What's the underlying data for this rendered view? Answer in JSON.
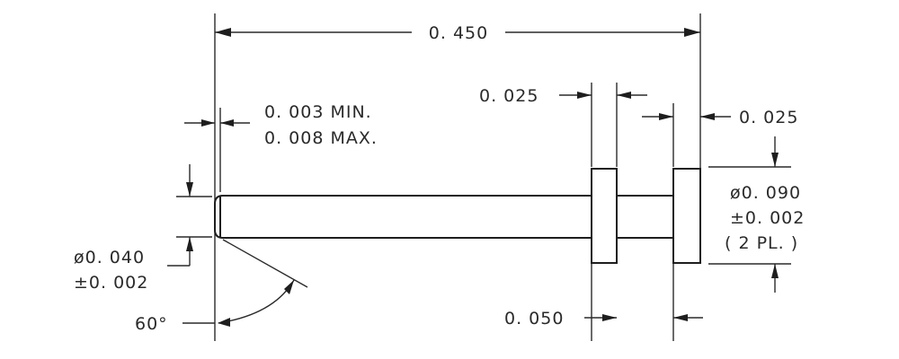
{
  "dimensions": {
    "overall_length": "0. 450",
    "chamfer_min": "0. 003 MIN.",
    "chamfer_max": "0. 008 MAX.",
    "collar_width_left": "0. 025",
    "collar_width_right": "0. 025",
    "collar_spacing": "0. 050",
    "collar_diameter": "ø0. 090",
    "collar_tolerance": "±0. 002",
    "collar_count_note": "( 2 PL. )",
    "pin_diameter": "ø0. 040",
    "pin_tolerance": "±0. 002",
    "chamfer_angle": "60°"
  }
}
